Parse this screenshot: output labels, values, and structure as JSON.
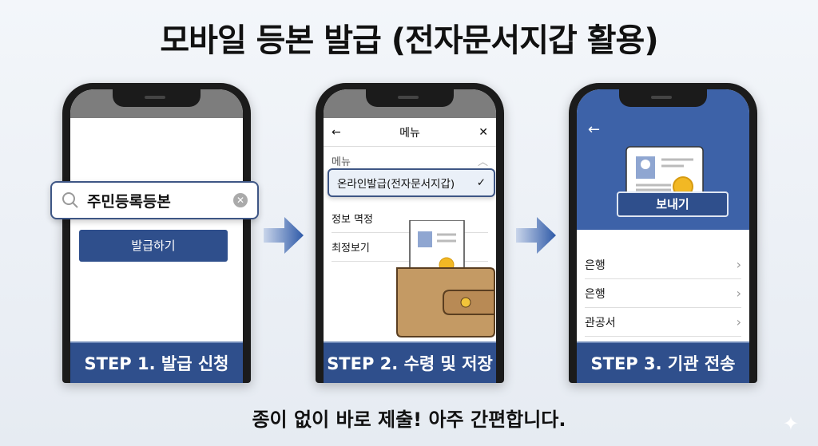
{
  "title": "모바일 등본 발급 (전자문서지갑 활용)",
  "footer": "종이 없이 바로 제출! 아주 간편합니다.",
  "step1": {
    "label": "STEP 1. 발급 신청",
    "search_value": "주민등록등본",
    "button": "발급하기"
  },
  "step2": {
    "label": "STEP 2. 수령 및 저장",
    "header": "메뉴",
    "section": "메뉴",
    "items": [
      "온라인발급(전자문서지갑)",
      "정보 멱정",
      "최정보기"
    ]
  },
  "step3": {
    "label": "STEP 3. 기관 전송",
    "send_button": "보내기",
    "items": [
      "은행",
      "은행",
      "관공서"
    ]
  },
  "colors": {
    "primary": "#2f4f8c",
    "header_blue": "#3d62a8",
    "badge": "#f2b824"
  }
}
